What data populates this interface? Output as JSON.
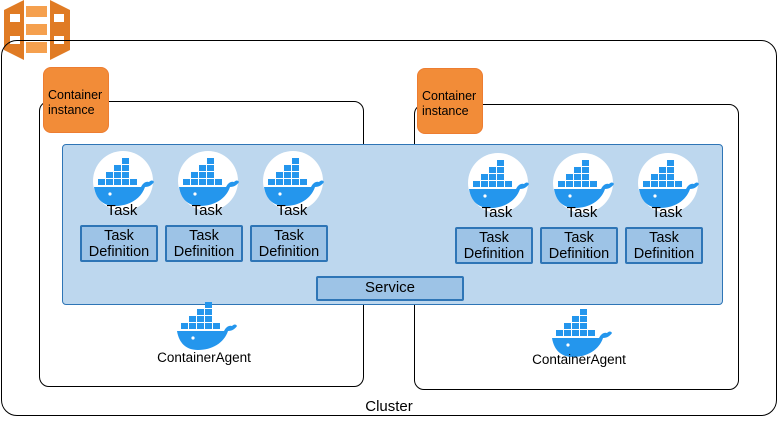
{
  "cluster": {
    "label": "Cluster"
  },
  "instances": [
    {
      "badge": "Container\ninstance",
      "tasks": [
        {
          "label": "Task",
          "definition": "Task\nDefinition"
        },
        {
          "label": "Task",
          "definition": "Task\nDefinition"
        },
        {
          "label": "Task",
          "definition": "Task\nDefinition"
        }
      ],
      "agent": "ContainerAgent"
    },
    {
      "badge": "Container\ninstance",
      "tasks": [
        {
          "label": "Task",
          "definition": "Task\nDefinition"
        },
        {
          "label": "Task",
          "definition": "Task\nDefinition"
        },
        {
          "label": "Task",
          "definition": "Task\nDefinition"
        }
      ],
      "agent": "ContainerAgent"
    }
  ],
  "service": {
    "label": "Service"
  },
  "icons": {
    "logo": "aws-ecs-logo-icon",
    "task": "docker-whale-icon",
    "agent": "docker-whale-icon"
  },
  "colors": {
    "ecs_orange": "#f28c38",
    "docker_blue": "#2496ed",
    "service_band_fill": "#bdd7ee",
    "box_fill": "#9dc3e6",
    "box_border": "#2e75b6"
  }
}
